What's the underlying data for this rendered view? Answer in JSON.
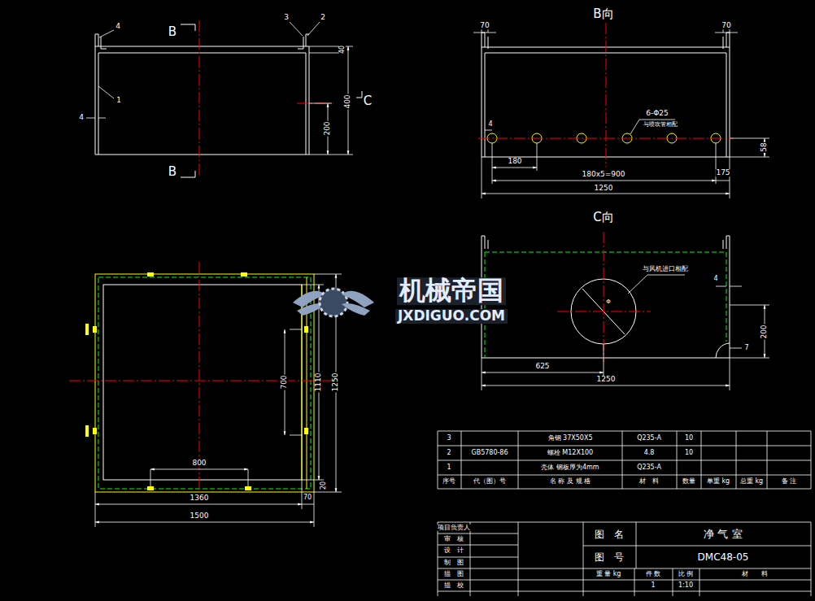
{
  "diagram": {
    "labels": [
      "4",
      "B",
      "B",
      "3",
      "2",
      "1",
      "4",
      "40",
      "400",
      "200",
      "C",
      "B向",
      "70",
      "70",
      "6-Φ25",
      "与喷吹管相配",
      "4",
      "58",
      "180",
      "180x5=900",
      "175",
      "1250",
      "C向",
      "与风机进口相配",
      "Φ",
      "4",
      "200",
      "625",
      "1250",
      "7",
      "700",
      "1110",
      "1250",
      "800",
      "20",
      "1360",
      "70",
      "1500",
      "机械帝国",
      "JXDIGUO.COM",
      "3",
      "角钢 37X50X5",
      "Q235-A",
      "10",
      "2",
      "GB5780-86",
      "螺栓 M12X100",
      "4.8",
      "10",
      "1",
      "壳体 钢板厚为4mm",
      "Q235-A",
      "序号",
      "代（图）号",
      "名 称 及 规 格",
      "材　料",
      "数量",
      "单重 kg",
      "总重 kg",
      "备 注",
      "项目负责人",
      "审　核",
      "设　计",
      "制　图",
      "描　图",
      "描　校",
      "图　名",
      "净 气 室",
      "图　号",
      "DMC48-05",
      "重 量 kg",
      "件 数",
      "比 例",
      "材　　料",
      "1",
      "1:10"
    ]
  }
}
